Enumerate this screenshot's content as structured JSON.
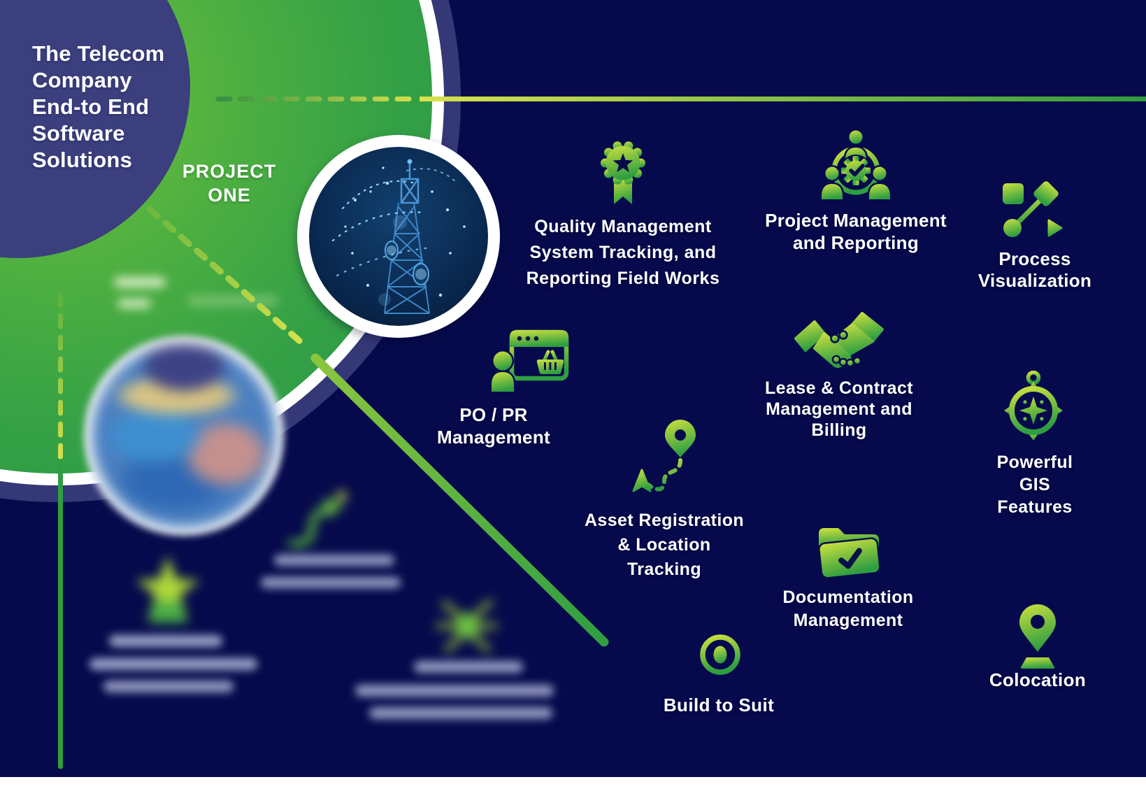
{
  "header": {
    "title_lines": [
      "The Telecom",
      "Company",
      "End-to End",
      "Software",
      "Solutions"
    ],
    "project_label": "PROJECT\nONE"
  },
  "features": [
    {
      "id": "quality",
      "icon": "award-ribbon-icon",
      "label": "Quality Management\nSystem Tracking, and\nReporting Field Works"
    },
    {
      "id": "project-management",
      "icon": "team-gear-icon",
      "label": "Project Management\nand Reporting"
    },
    {
      "id": "process-visualization",
      "icon": "flowchart-icon",
      "label": "Process\nVisualization"
    },
    {
      "id": "po-pr",
      "icon": "procurement-browser-icon",
      "label": "PO / PR\nManagement"
    },
    {
      "id": "lease-contract",
      "icon": "handshake-icon",
      "label": "Lease & Contract\nManagement and\nBilling"
    },
    {
      "id": "gis",
      "icon": "compass-icon",
      "label": "Powerful GIS\nFeatures"
    },
    {
      "id": "asset-tracking",
      "icon": "route-pin-icon",
      "label": "Asset Registration\n& Location\nTracking"
    },
    {
      "id": "documentation",
      "icon": "folder-check-icon",
      "label": "Documentation\nManagement"
    },
    {
      "id": "build-to-suit",
      "icon": "target-icon",
      "label": "Build to Suit"
    },
    {
      "id": "colocation",
      "icon": "map-pin-icon",
      "label": "Colocation"
    }
  ],
  "colors": {
    "background_navy": "#060a4c",
    "panel_navy": "#3b3f7d",
    "green_dark": "#2f9e41",
    "green_light": "#8cc63f",
    "accent_yellow_green": "#d9e24c",
    "icon_gradient_top": "#cde23f",
    "icon_gradient_bottom": "#2f9e41",
    "text_white": "#ffffff"
  }
}
